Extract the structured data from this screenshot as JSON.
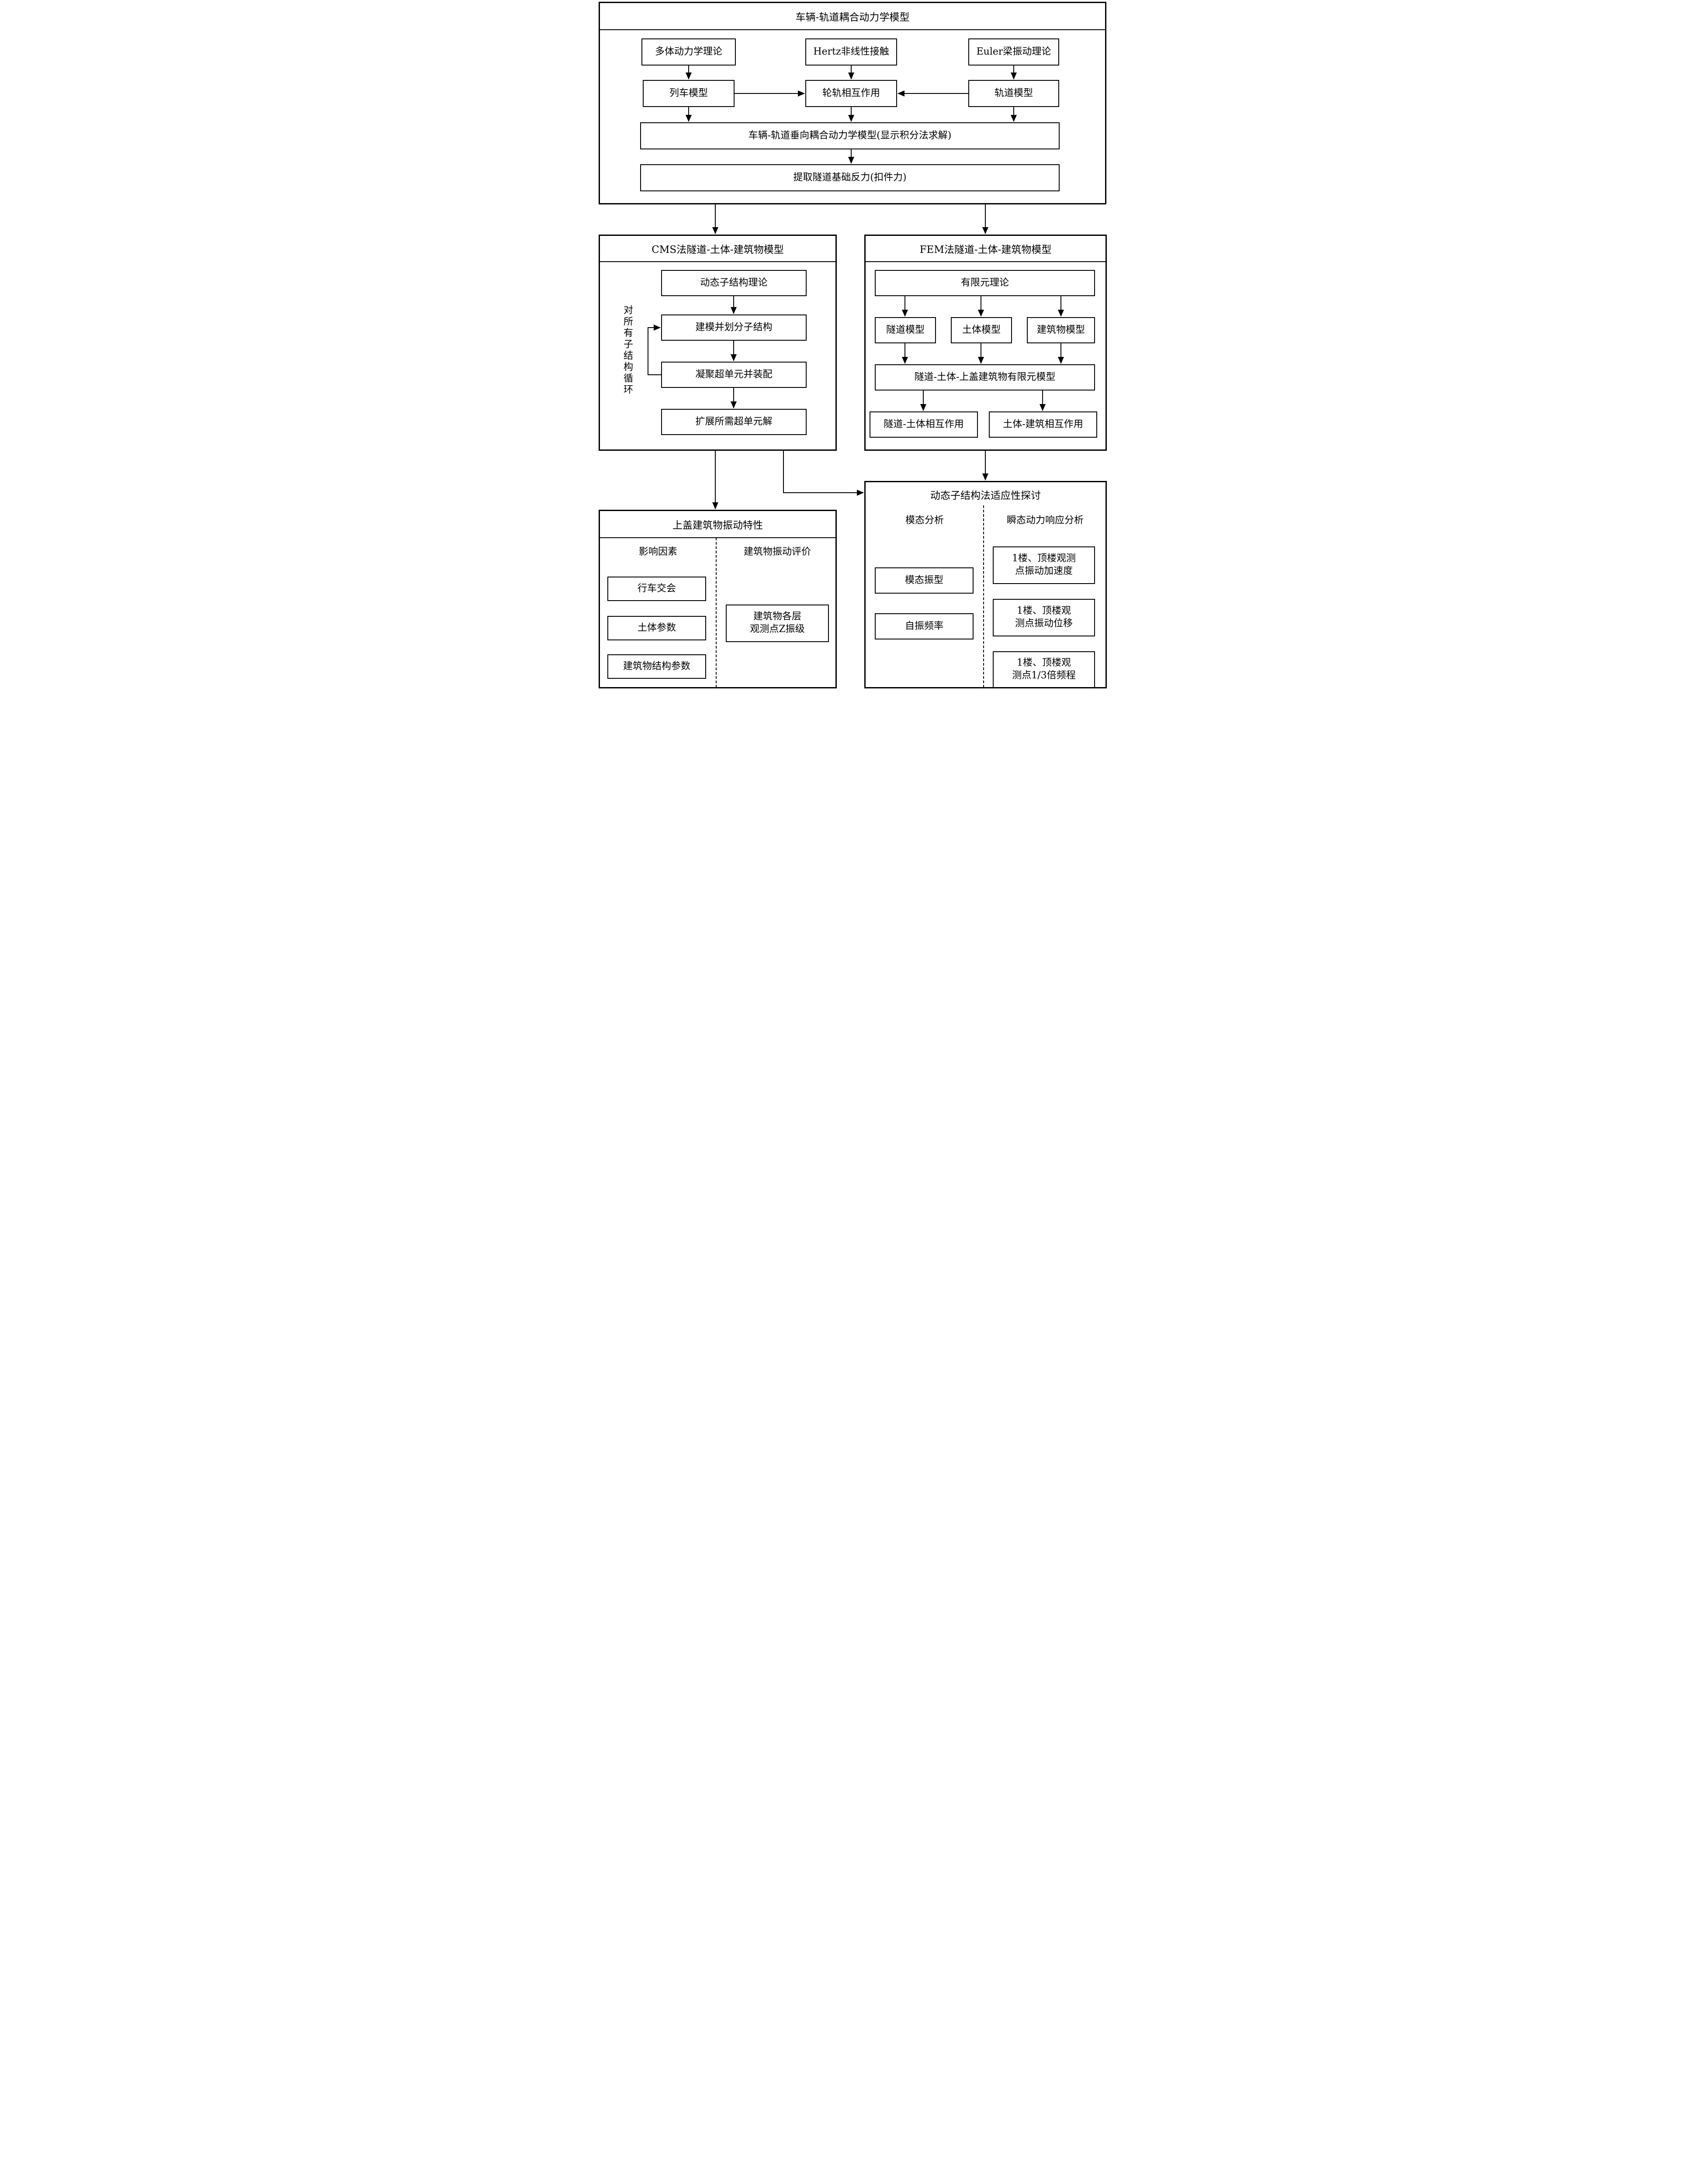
{
  "colors": {
    "border": "#000000",
    "background": "#ffffff",
    "text": "#000000"
  },
  "top": {
    "title": "车辆-轨道耦合动力学模型",
    "theory_multibody": "多体动力学理论",
    "theory_hertz": "Hertz非线性接触",
    "theory_euler": "Euler梁振动理论",
    "train_model": "列车模型",
    "wheel_rail": "轮轨相互作用",
    "track_model": "轨道模型",
    "coupled_model": "车辆-轨道垂向耦合动力学模型(显示积分法求解)",
    "extract_force": "提取隧道基础反力(扣件力)"
  },
  "cms": {
    "title": "CMS法隧道-土体-建筑物模型",
    "step1": "动态子结构理论",
    "step2": "建模并划分子结构",
    "step3": "凝聚超单元并装配",
    "step4": "扩展所需超单元解",
    "loop_label": "对所有子结构循环"
  },
  "fem": {
    "title": "FEM法隧道-土体-建筑物模型",
    "theory": "有限元理论",
    "tunnel_model": "隧道模型",
    "soil_model": "土体模型",
    "building_model": "建筑物模型",
    "combined_model": "隧道-土体-上盖建筑物有限元模型",
    "tunnel_soil_interaction": "隧道-土体相互作用",
    "soil_building_interaction": "土体-建筑相互作用"
  },
  "vibration": {
    "title": "上盖建筑物振动特性",
    "factors_header": "影响因素",
    "factor_traffic": "行车交会",
    "factor_soil": "土体参数",
    "factor_building": "建筑物结构参数",
    "evaluation_header": "建筑物振动评价",
    "evaluation_item": "建筑物各层观测点Z振级"
  },
  "substructure": {
    "title": "动态子结构法适应性探讨",
    "modal_header": "模态分析",
    "modal_shape": "模态振型",
    "natural_frequency": "自振频率",
    "transient_header": "瞬态动力响应分析",
    "transient_acceleration": "1楼、顶楼观测点振动加速度",
    "transient_displacement": "1楼、顶楼观测点振动位移",
    "transient_third_octave": "1楼、顶楼观测点1/3倍频程"
  }
}
